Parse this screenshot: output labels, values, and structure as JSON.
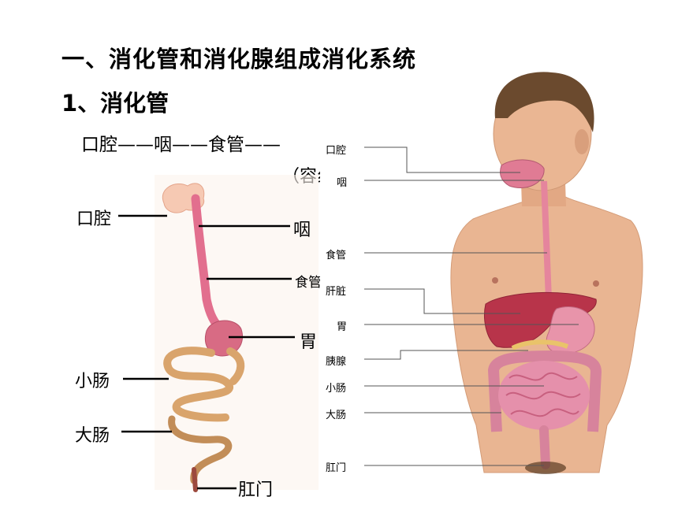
{
  "slide": {
    "title": "一、消化管和消化腺组成消化系统",
    "subtitle": "1、消化管",
    "flow": "口腔——咽——食管——",
    "flow_note": "（容纟"
  },
  "left_diagram": {
    "labels": {
      "mouth": "口腔",
      "pharynx": "咽",
      "esophagus": "食管",
      "stomach": "胃",
      "small_intestine": "小肠",
      "large_intestine": "大肠",
      "anus": "肛门"
    }
  },
  "right_diagram": {
    "labels": {
      "mouth": "口腔",
      "pharynx": "咽",
      "esophagus": "食管",
      "liver": "肝脏",
      "stomach": "胃",
      "pancreas": "胰腺",
      "small_intestine": "小肠",
      "large_intestine": "大肠",
      "anus": "肛门"
    }
  },
  "colors": {
    "skin": "#e6b08c",
    "hair": "#6b4a2e",
    "organ_pink": "#e58aa3",
    "liver": "#b8344a",
    "intestine_tan": "#dcb07a"
  }
}
